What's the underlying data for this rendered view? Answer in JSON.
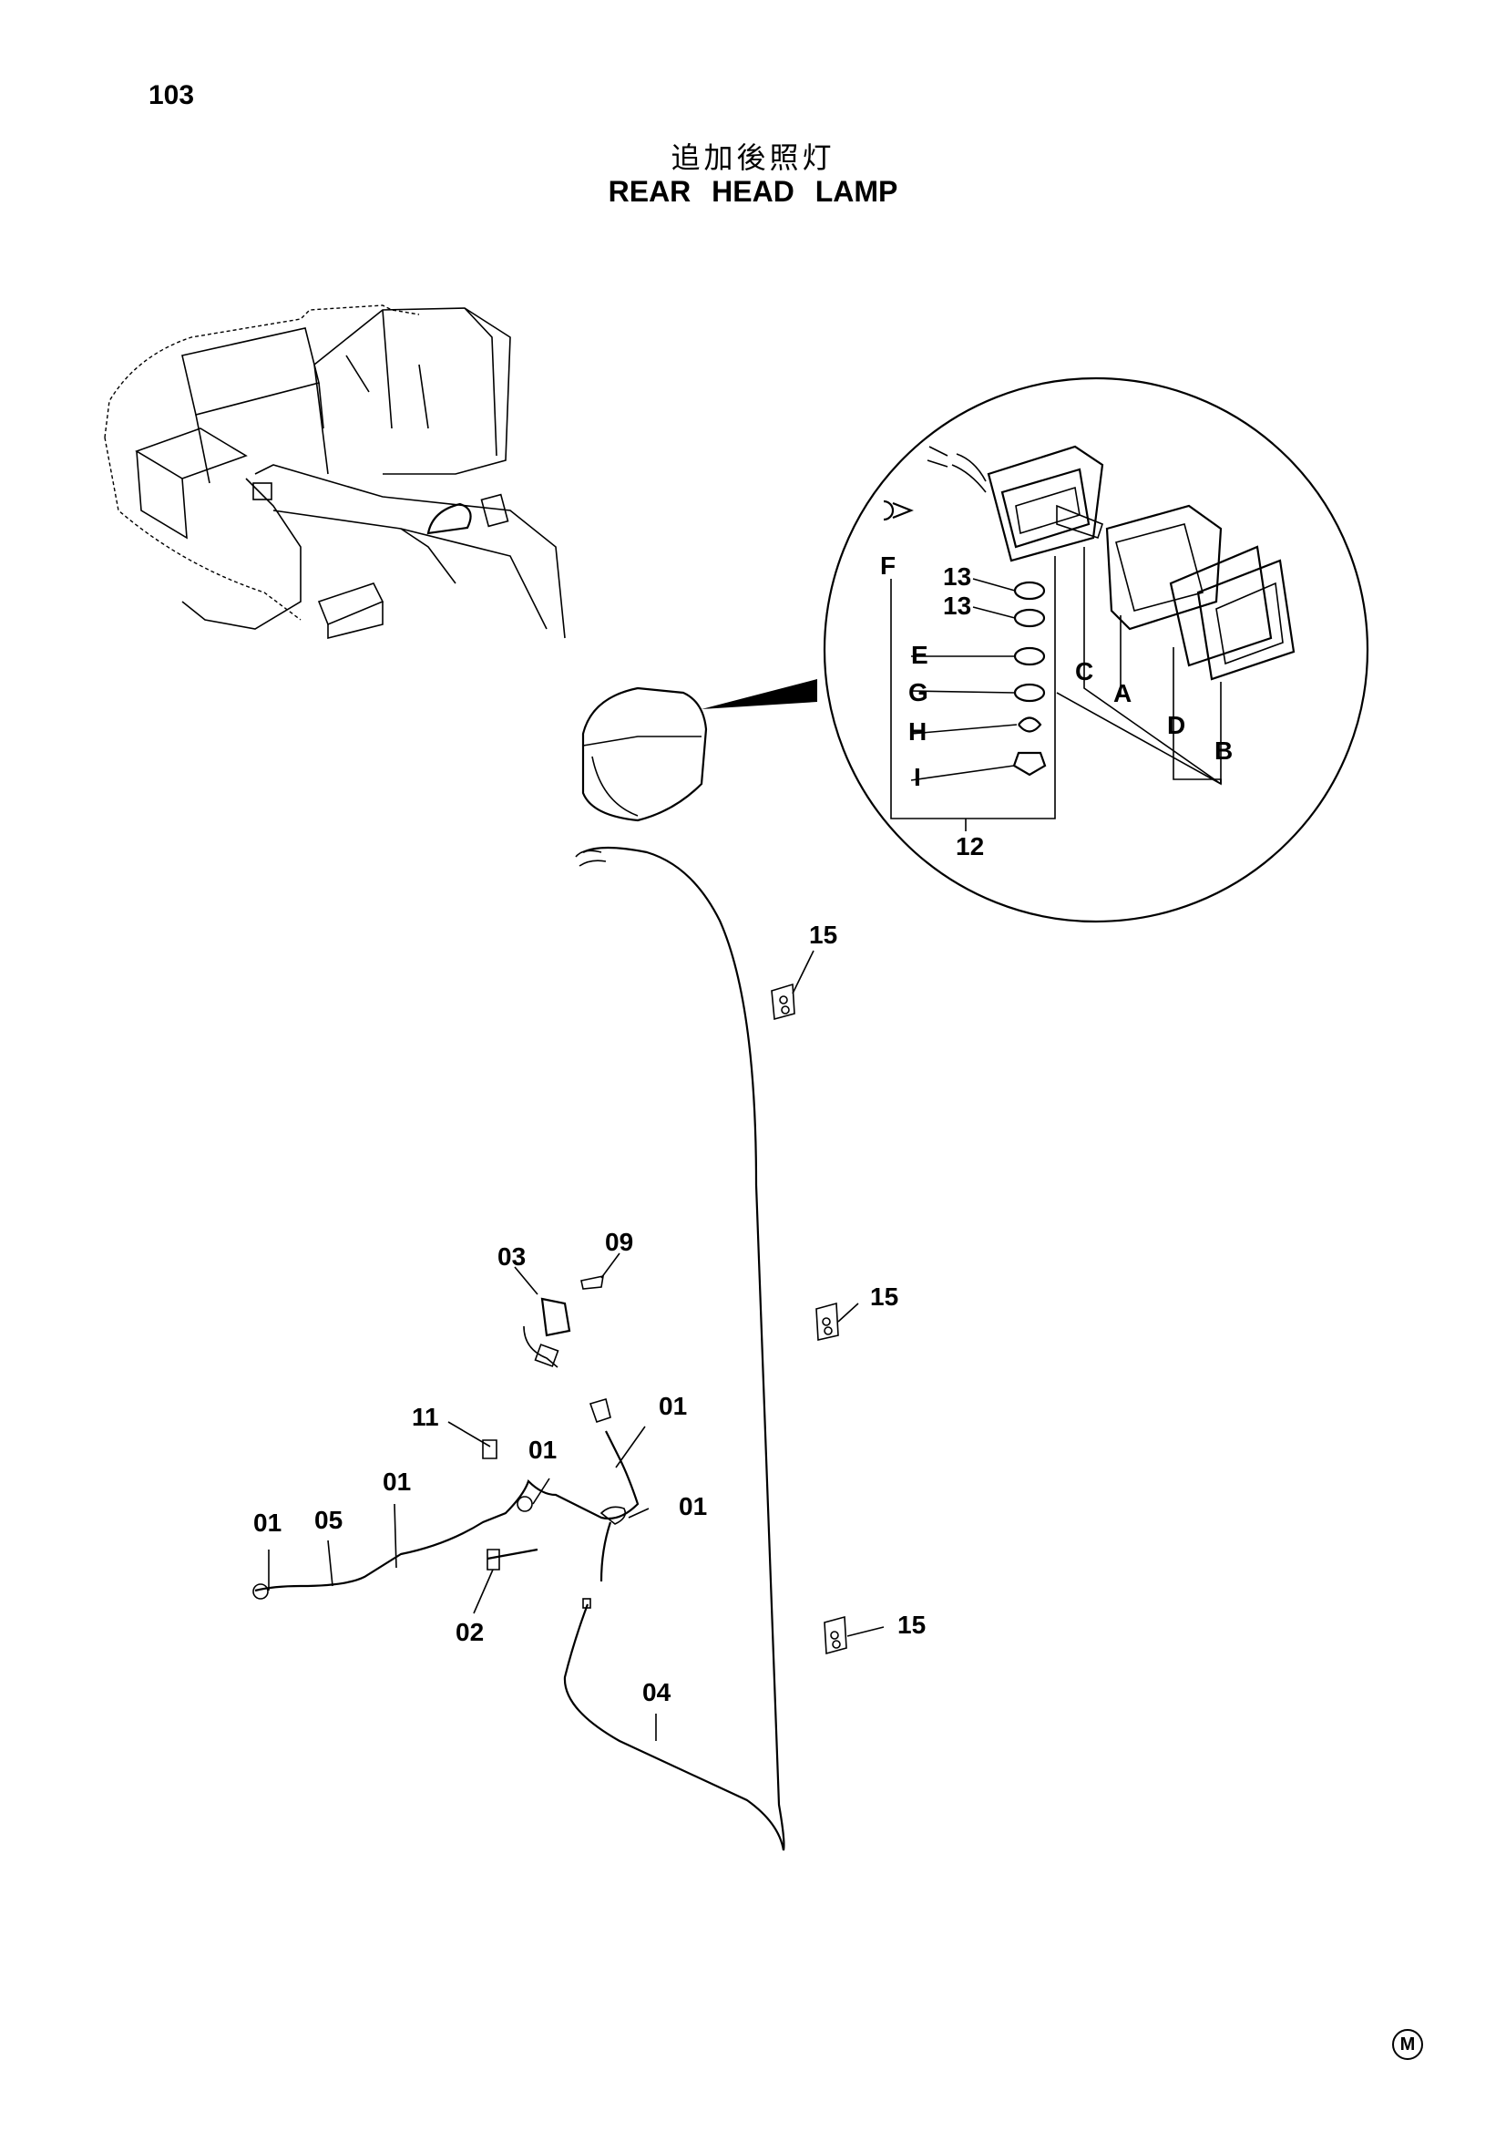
{
  "page": {
    "number": "103",
    "mark": "M"
  },
  "title": {
    "jp": "追加後照灯",
    "en": "REAR HEAD LAMP"
  },
  "callouts": [
    "F",
    "13",
    "13",
    "E",
    "G",
    "H",
    "I",
    "12",
    "C",
    "A",
    "D",
    "B",
    "15",
    "15",
    "15",
    "03",
    "09",
    "11",
    "01",
    "01",
    "01",
    "05",
    "01",
    "01",
    "02",
    "04"
  ]
}
